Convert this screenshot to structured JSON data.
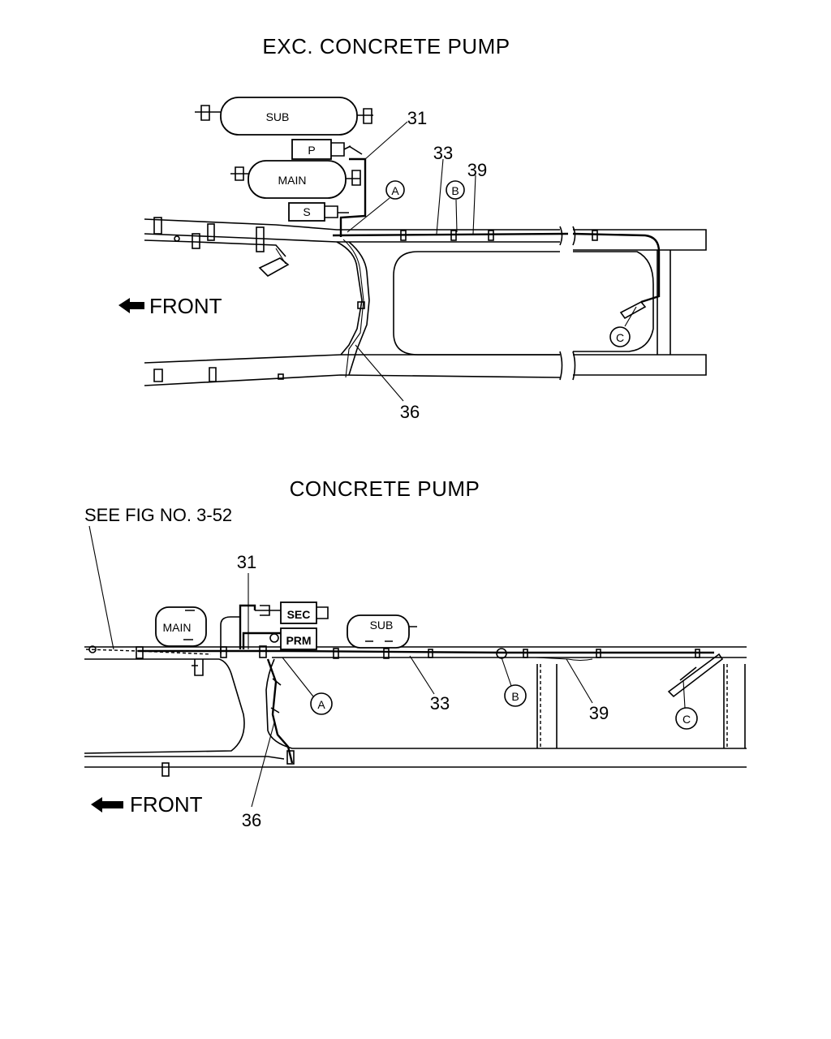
{
  "top_section": {
    "title": "EXC. CONCRETE PUMP",
    "tanks": {
      "sub": "SUB",
      "p": "P",
      "main": "MAIN",
      "s": "S"
    },
    "callouts": {
      "c31": "31",
      "c33": "33",
      "c39": "39",
      "c36": "36"
    },
    "circled": {
      "a": "A",
      "b": "B",
      "c": "C"
    },
    "front_label": "FRONT"
  },
  "bottom_section": {
    "title": "CONCRETE PUMP",
    "reference": "SEE FIG NO. 3-52",
    "tanks": {
      "main": "MAIN",
      "sec": "SEC",
      "prm": "PRM",
      "sub": "SUB"
    },
    "callouts": {
      "c31": "31",
      "c33": "33",
      "c39": "39",
      "c36": "36"
    },
    "circled": {
      "a": "A",
      "b": "B",
      "c": "C"
    },
    "front_label": "FRONT"
  }
}
